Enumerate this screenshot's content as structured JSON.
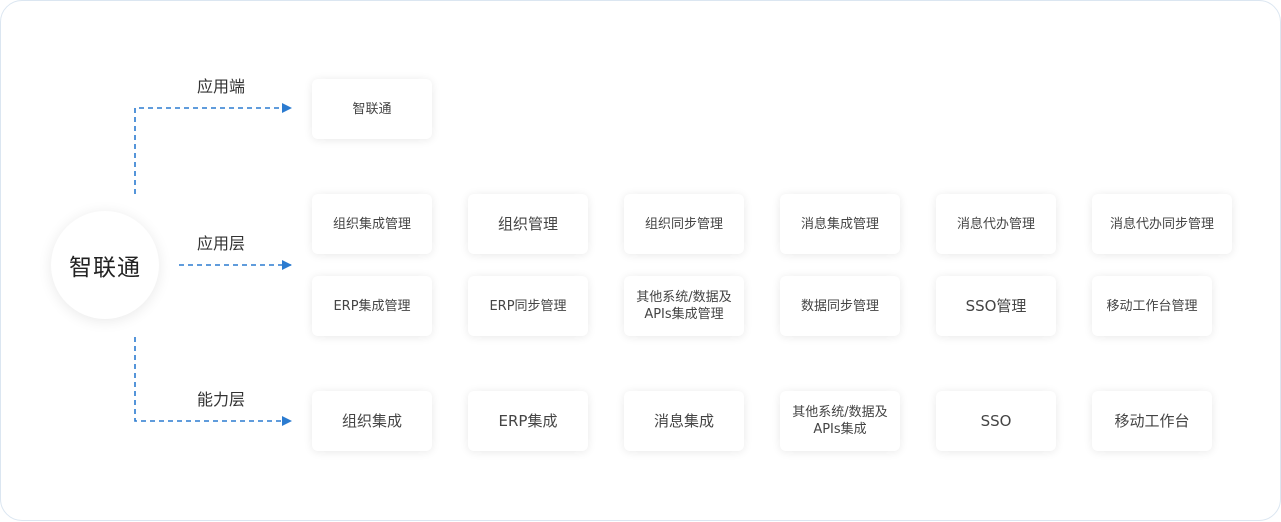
{
  "root": {
    "label": "智联通"
  },
  "layers": [
    {
      "label": "应用端",
      "cards": [
        "智联通"
      ]
    },
    {
      "label": "应用层",
      "cards": [
        "组织集成管理",
        "组织管理",
        "组织同步管理",
        "消息集成管理",
        "消息代办管理",
        "消息代办同步管理",
        "ERP集成管理",
        "ERP同步管理",
        "其他系统/数据及\nAPIs集成管理",
        "数据同步管理",
        "SSO管理",
        "移动工作台管理"
      ]
    },
    {
      "label": "能力层",
      "cards": [
        "组织集成",
        "ERP集成",
        "消息集成",
        "其他系统/数据及\nAPIs集成",
        "SSO",
        "移动工作台"
      ]
    }
  ],
  "colors": {
    "arrow": "#2b7bd0",
    "border": "#dbe6f1",
    "text": "#333333"
  }
}
